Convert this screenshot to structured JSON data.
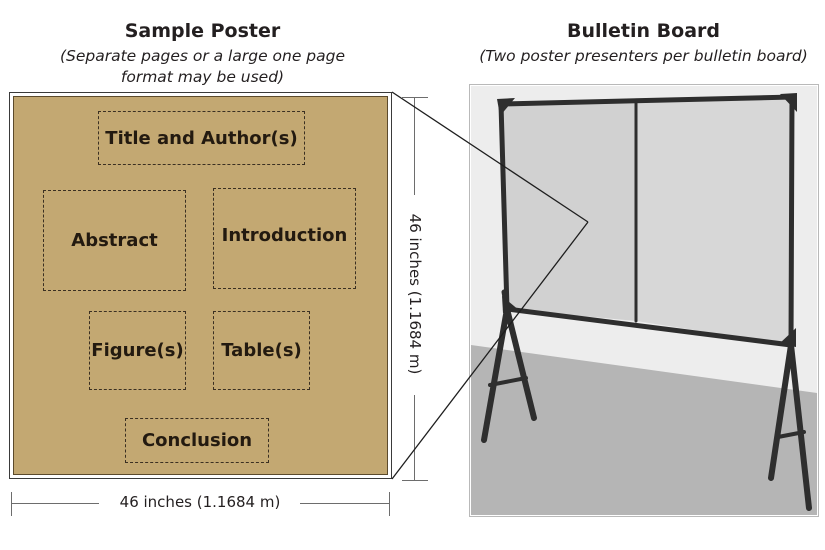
{
  "poster": {
    "title": "Sample Poster",
    "subtitle_line1": "(Separate pages or a large one page",
    "subtitle_line2": "format may be used)",
    "sections": {
      "title_author": "Title and Author(s)",
      "abstract": "Abstract",
      "introduction": "Introduction",
      "figures": "Figure(s)",
      "tables": "Table(s)",
      "conclusion": "Conclusion"
    },
    "width_label": "46 inches (1.1684 m)",
    "height_label": "46 inches (1.1684 m)"
  },
  "board": {
    "title": "Bulletin Board",
    "subtitle": "(Two poster presenters per bulletin board)"
  },
  "colors": {
    "poster_fill": "#c3a872",
    "text": "#231f20",
    "board_panel": "#d3d3d3",
    "floor": "#b5b5b5",
    "frame": "#2e2e2e"
  }
}
